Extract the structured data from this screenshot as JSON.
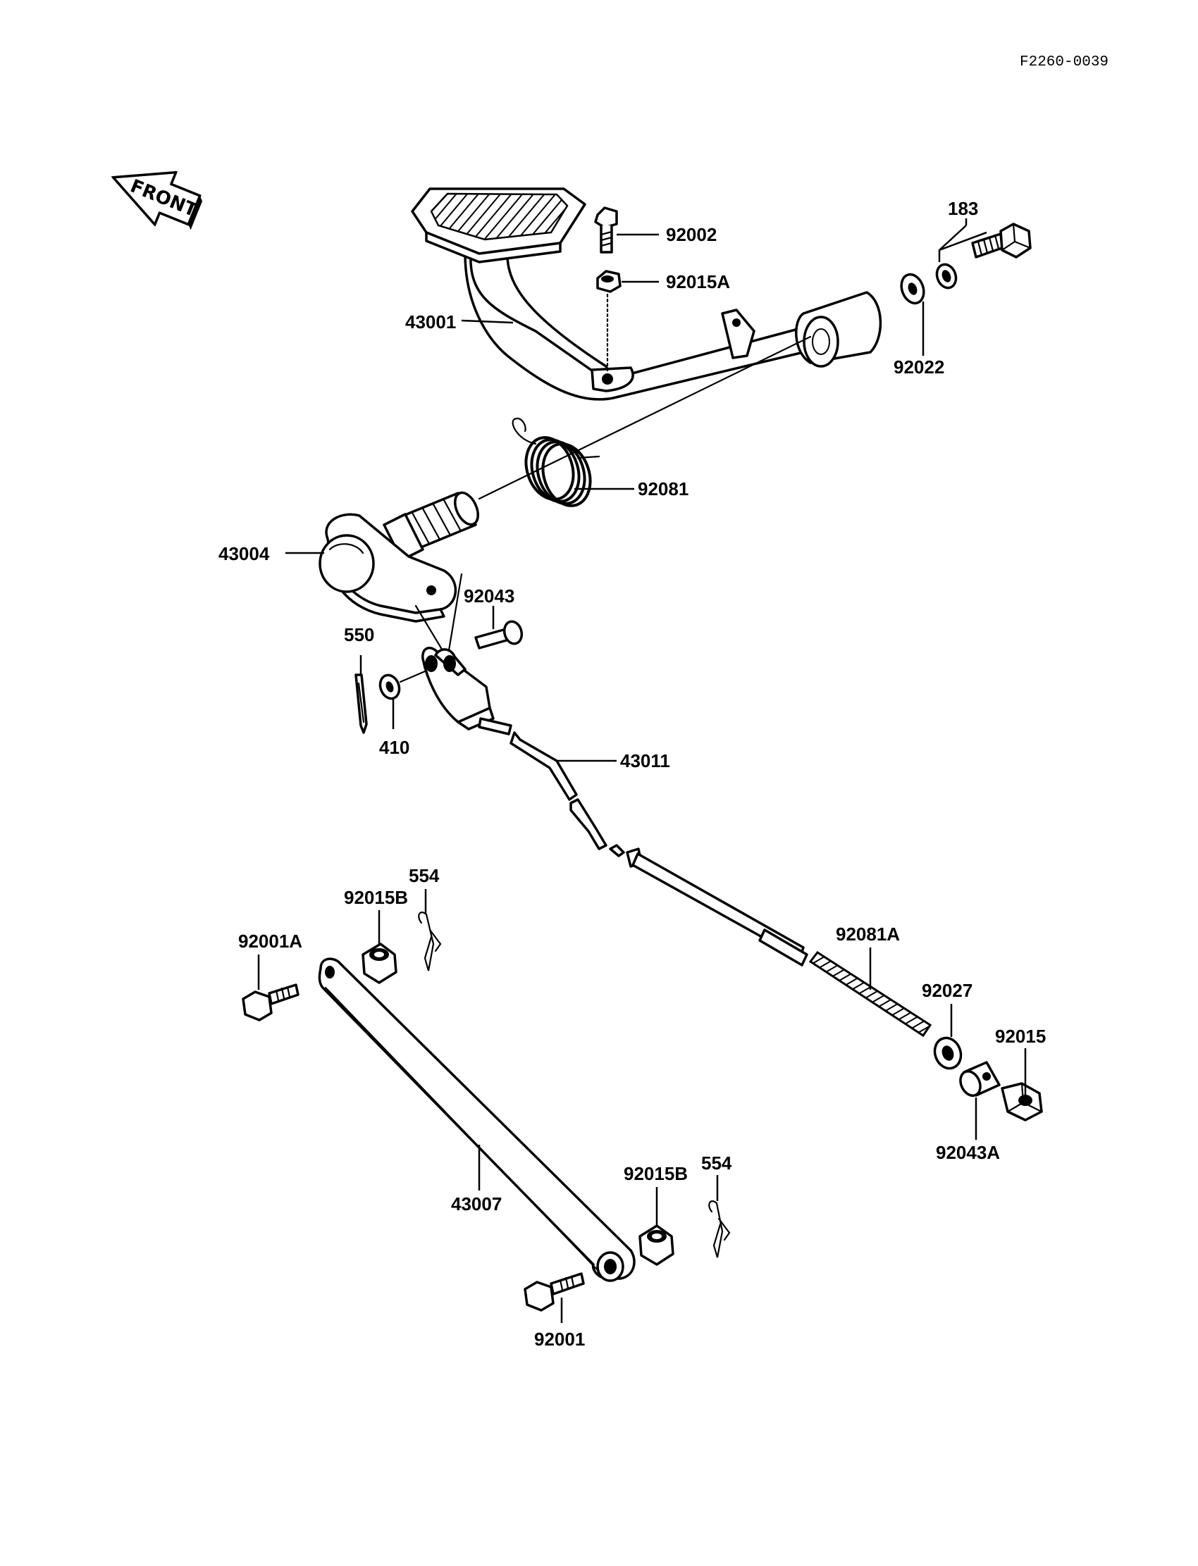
{
  "diagram_code": "F2260-0039",
  "front_label": "FRONT",
  "parts": {
    "p43001": "43001",
    "p92002": "92002",
    "p92015A": "92015A",
    "p183": "183",
    "p92022": "92022",
    "p92081": "92081",
    "p43004": "43004",
    "p92043": "92043",
    "p550": "550",
    "p410": "410",
    "p43011": "43011",
    "p554a": "554",
    "p92015B_a": "92015B",
    "p92001A": "92001A",
    "p92081A": "92081A",
    "p92027": "92027",
    "p92015": "92015",
    "p92043A": "92043A",
    "p43007": "43007",
    "p92015B_b": "92015B",
    "p554b": "554",
    "p92001": "92001"
  }
}
